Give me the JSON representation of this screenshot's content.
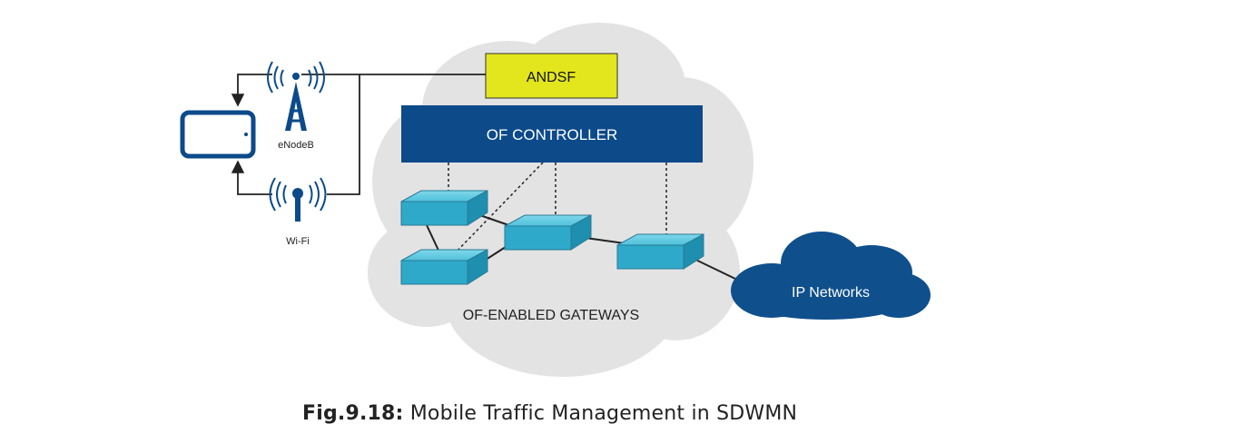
{
  "diagram": {
    "nodes": {
      "andsf": "ANDSF",
      "controller": "OF CONTROLLER",
      "enodeb": "eNodeB",
      "wifi": "Wi-Fi",
      "ip_networks": "IP Networks",
      "gateways": "OF-ENABLED GATEWAYS"
    },
    "colors": {
      "andsf_fill": "#e3e61c",
      "controller_fill": "#0c4a8a",
      "switch_fill": "#54c6df",
      "ip_cloud_fill": "#0f4f8c",
      "gray_cloud_fill": "#e3e3e3",
      "tower_fill": "#0c4a8a"
    }
  },
  "caption": {
    "prefix": "Fig.9.18:",
    "text": " Mobile Traffic Management in SDWMN"
  }
}
